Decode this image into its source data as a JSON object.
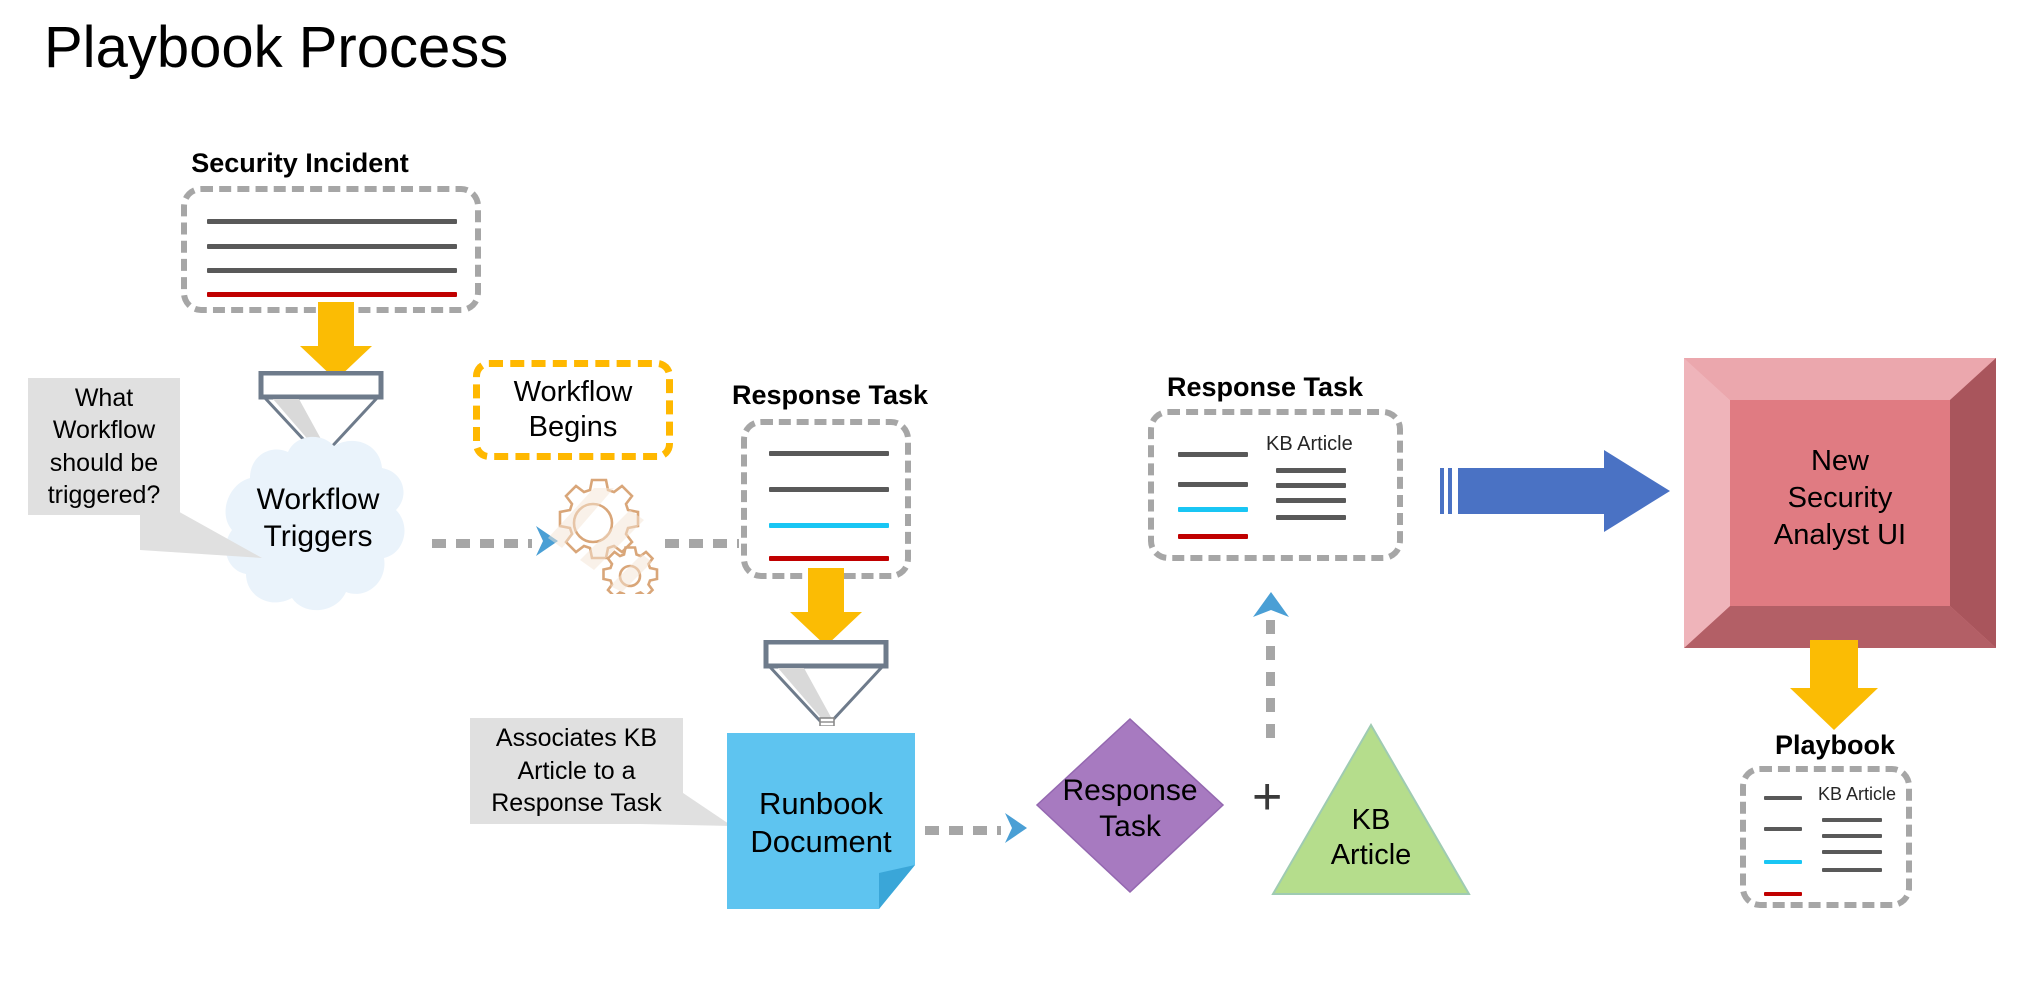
{
  "title": "Playbook Process",
  "colors": {
    "yellow_arrow": "#fbbc04",
    "dashed_grey": "#a6a6a6",
    "line_grey": "#595959",
    "line_cyan": "#19c6f4",
    "line_red": "#c00000",
    "workflow_begins_border": "#ffb800",
    "cloud_fill": "#eaf3fb",
    "callout_fill": "#e0e0e0",
    "runbook_fill": "#5ec4f0",
    "diamond_fill": "#a77ac0",
    "triangle_fill": "#b5dd8c",
    "blue_arrow": "#4a72c4",
    "cube_face": "#e07b82",
    "connector_blue": "#4a9fd5"
  },
  "security_incident": {
    "caption": "Security Incident",
    "record_lines": [
      "grey",
      "grey",
      "grey",
      "red"
    ]
  },
  "callout_workflow": {
    "text": "What Workflow should be triggered?",
    "lines": [
      "What",
      "Workflow",
      "should be",
      "triggered?"
    ]
  },
  "workflow_triggers": {
    "label_line1": "Workflow",
    "label_line2": "Triggers"
  },
  "workflow_begins": {
    "label_line1": "Workflow",
    "label_line2": "Begins"
  },
  "gears": {
    "icon": "gears-icon"
  },
  "response_task_1": {
    "caption": "Response Task",
    "record_lines": [
      "grey",
      "grey",
      "cyan",
      "red"
    ]
  },
  "callout_kb": {
    "text": "Associates KB Article to a Response Task",
    "lines": [
      "Associates KB",
      "Article to a",
      "Response Task"
    ]
  },
  "runbook": {
    "label_line1": "Runbook",
    "label_line2": "Document"
  },
  "response_task_diamond": {
    "label_line1": "Response",
    "label_line2": "Task"
  },
  "plus": {
    "symbol": "+"
  },
  "kb_article_triangle": {
    "label_line1": "KB",
    "label_line2": "Article"
  },
  "response_task_2": {
    "caption": "Response Task",
    "kb_label": "KB Article",
    "left_lines": [
      "grey",
      "grey",
      "cyan",
      "red"
    ],
    "right_lines": [
      "grey",
      "grey",
      "grey",
      "grey"
    ]
  },
  "analyst_ui": {
    "label_line1": "New",
    "label_line2": "Security",
    "label_line3": "Analyst UI"
  },
  "playbook": {
    "caption": "Playbook",
    "kb_label": "KB Article",
    "left_lines": [
      "grey",
      "grey",
      "cyan",
      "red"
    ],
    "right_lines": [
      "grey",
      "grey",
      "grey",
      "grey"
    ]
  }
}
